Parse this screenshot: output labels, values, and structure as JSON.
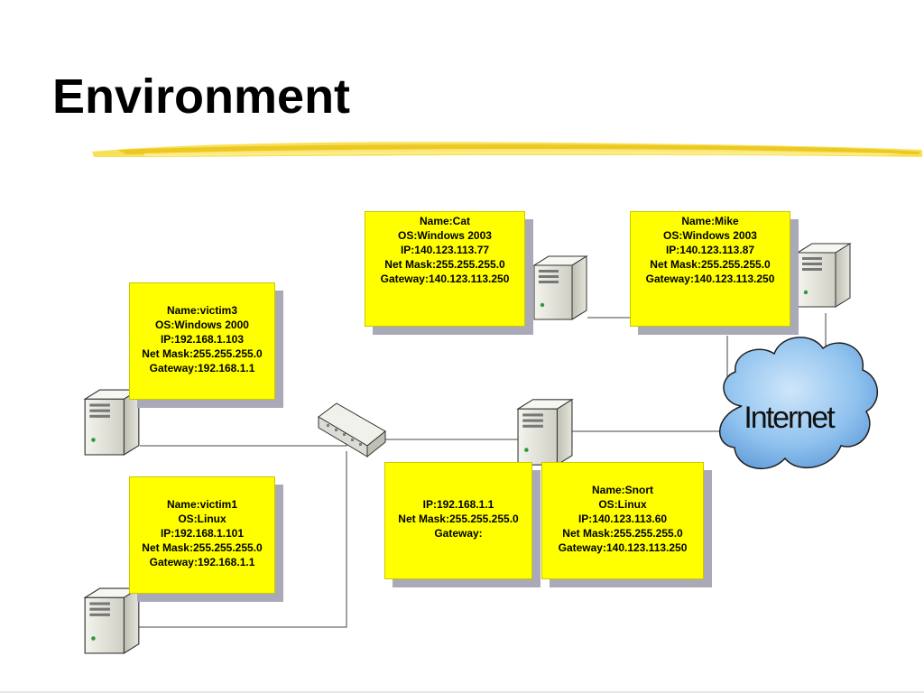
{
  "slide": {
    "title": "Environment"
  },
  "network": {
    "internet_label": "Internet",
    "hosts": {
      "cat": {
        "lines": [
          "Name:Cat",
          "OS:Windows 2003",
          "IP:140.123.113.77",
          "Net Mask:255.255.255.0",
          "Gateway:140.123.113.250"
        ]
      },
      "mike": {
        "lines": [
          "Name:Mike",
          "OS:Windows 2003",
          "IP:140.123.113.87",
          "Net Mask:255.255.255.0",
          "Gateway:140.123.113.250"
        ]
      },
      "victim3": {
        "lines": [
          "Name:victim3",
          "OS:Windows 2000",
          "IP:192.168.1.103",
          "Net Mask:255.255.255.0",
          "Gateway:192.168.1.1"
        ]
      },
      "victim1": {
        "lines": [
          "Name:victim1",
          "OS:Linux",
          "IP:192.168.1.101",
          "Net Mask:255.255.255.0",
          "Gateway:192.168.1.1"
        ]
      },
      "snort_inner": {
        "lines": [
          "IP:192.168.1.1",
          "Net Mask:255.255.255.0",
          "Gateway:"
        ]
      },
      "snort": {
        "lines": [
          "Name:Snort",
          "OS:Linux",
          "IP:140.123.113.60",
          "Net Mask:255.255.255.0",
          "Gateway:140.123.113.250"
        ]
      }
    }
  },
  "colors": {
    "box_fill": "#ffff00",
    "box_shadow": "#a9a9b8",
    "cloud_fill": "#9ecbf0",
    "underline": "#f2d21a"
  }
}
